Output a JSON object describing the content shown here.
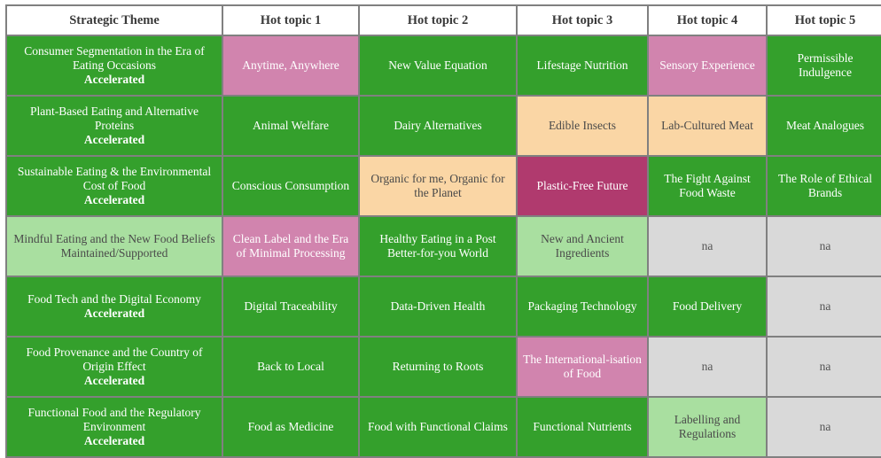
{
  "table": {
    "headers": [
      "Strategic Theme",
      "Hot topic 1",
      "Hot topic 2",
      "Hot topic 3",
      "Hot topic 4",
      "Hot topic 5"
    ],
    "colors": {
      "green": "#34A02C",
      "light_green": "#A9DFA0",
      "pink": "#D184AE",
      "magenta": "#B03A6E",
      "peach": "#FAD6A5",
      "gray": "#D9D9D9",
      "border": "#808080",
      "header_background": "#FFFFFF"
    },
    "rows": [
      {
        "theme": {
          "name": "Consumer Segmentation in the Era of Eating Occasions",
          "status": "Accelerated",
          "status_bold": true,
          "color": "green"
        },
        "topics": [
          {
            "label": "Anytime, Anywhere",
            "color": "pink"
          },
          {
            "label": "New Value Equation",
            "color": "green"
          },
          {
            "label": "Lifestage Nutrition",
            "color": "green"
          },
          {
            "label": "Sensory Experience",
            "color": "pink"
          },
          {
            "label": "Permissible Indulgence",
            "color": "green"
          }
        ]
      },
      {
        "theme": {
          "name": "Plant-Based Eating and Alternative Proteins",
          "status": "Accelerated",
          "status_bold": true,
          "color": "green"
        },
        "topics": [
          {
            "label": "Animal Welfare",
            "color": "green"
          },
          {
            "label": "Dairy Alternatives",
            "color": "green"
          },
          {
            "label": "Edible Insects",
            "color": "peach"
          },
          {
            "label": "Lab-Cultured Meat",
            "color": "peach"
          },
          {
            "label": "Meat Analogues",
            "color": "green"
          }
        ]
      },
      {
        "theme": {
          "name": "Sustainable Eating & the Environmental Cost of Food",
          "status": "Accelerated",
          "status_bold": true,
          "color": "green"
        },
        "topics": [
          {
            "label": "Conscious Consumption",
            "color": "green"
          },
          {
            "label": "Organic for me, Organic for the Planet",
            "color": "peach"
          },
          {
            "label": "Plastic-Free Future",
            "color": "magenta"
          },
          {
            "label": "The Fight Against Food Waste",
            "color": "green"
          },
          {
            "label": "The Role of Ethical Brands",
            "color": "green"
          }
        ]
      },
      {
        "theme": {
          "name": "Mindful Eating and the New Food Beliefs",
          "status": "Maintained/Supported",
          "status_bold": false,
          "color": "light_green"
        },
        "topics": [
          {
            "label": "Clean Label and the Era of Minimal Processing",
            "color": "pink"
          },
          {
            "label": "Healthy Eating in a Post Better-for-you World",
            "color": "green"
          },
          {
            "label": "New and Ancient Ingredients",
            "color": "light_green"
          },
          {
            "label": "na",
            "color": "gray"
          },
          {
            "label": "na",
            "color": "gray"
          }
        ]
      },
      {
        "theme": {
          "name": "Food Tech and the Digital Economy",
          "status": "Accelerated",
          "status_bold": true,
          "color": "green"
        },
        "topics": [
          {
            "label": "Digital Traceability",
            "color": "green"
          },
          {
            "label": "Data-Driven Health",
            "color": "green"
          },
          {
            "label": "Packaging Technology",
            "color": "green"
          },
          {
            "label": "Food Delivery",
            "color": "green"
          },
          {
            "label": "na",
            "color": "gray"
          }
        ]
      },
      {
        "theme": {
          "name": "Food Provenance and the Country of Origin Effect",
          "status": "Accelerated",
          "status_bold": true,
          "color": "green"
        },
        "topics": [
          {
            "label": "Back to Local",
            "color": "green"
          },
          {
            "label": "Returning to Roots",
            "color": "green"
          },
          {
            "label": "The International-isation of Food",
            "color": "pink"
          },
          {
            "label": "na",
            "color": "gray"
          },
          {
            "label": "na",
            "color": "gray"
          }
        ]
      },
      {
        "theme": {
          "name": "Functional Food and the Regulatory Environment",
          "status": "Accelerated",
          "status_bold": true,
          "color": "green"
        },
        "topics": [
          {
            "label": "Food as Medicine",
            "color": "green"
          },
          {
            "label": "Food with Functional Claims",
            "color": "green"
          },
          {
            "label": "Functional Nutrients",
            "color": "green"
          },
          {
            "label": "Labelling and Regulations",
            "color": "light_green"
          },
          {
            "label": "na",
            "color": "gray"
          }
        ]
      }
    ]
  }
}
